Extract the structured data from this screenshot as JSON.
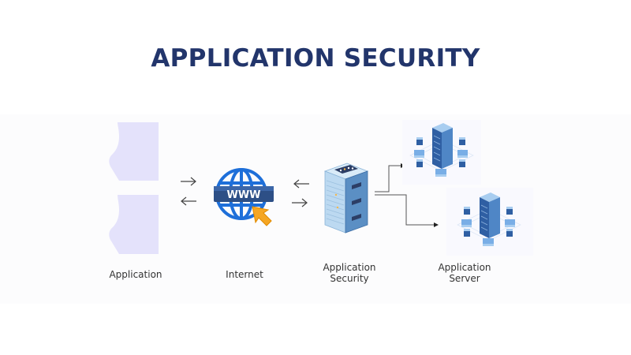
{
  "title": "APPLICATION SECURITY",
  "nodes": [
    {
      "id": "application",
      "label": "Application",
      "icon": "application-icon"
    },
    {
      "id": "internet",
      "label": "Internet",
      "icon": "globe-www-icon",
      "badge_text": "WWW"
    },
    {
      "id": "app-security",
      "label_lines": [
        "Application",
        "Security"
      ],
      "icon": "server-rack-icon"
    },
    {
      "id": "app-server",
      "label_lines": [
        "Application",
        "Server"
      ],
      "icon": "server-cluster-icon"
    }
  ],
  "edges": [
    {
      "from": "application",
      "to": "internet",
      "direction": "right"
    },
    {
      "from": "internet",
      "to": "application",
      "direction": "left"
    },
    {
      "from": "app-security",
      "to": "internet",
      "direction": "left"
    },
    {
      "from": "internet",
      "to": "app-security",
      "direction": "right"
    },
    {
      "from": "app-security",
      "to": "app-server",
      "instance": 1
    },
    {
      "from": "app-security",
      "to": "app-server",
      "instance": 2
    }
  ],
  "colors": {
    "title": "#22356b",
    "application_shape": "#e4e2fb",
    "globe": "#1e6fd9",
    "www_band": "#2d4f86",
    "cursor": "#f5a623",
    "server_light": "#bcd9f1",
    "server_dark": "#2c5aa0",
    "arrow": "#444444"
  }
}
